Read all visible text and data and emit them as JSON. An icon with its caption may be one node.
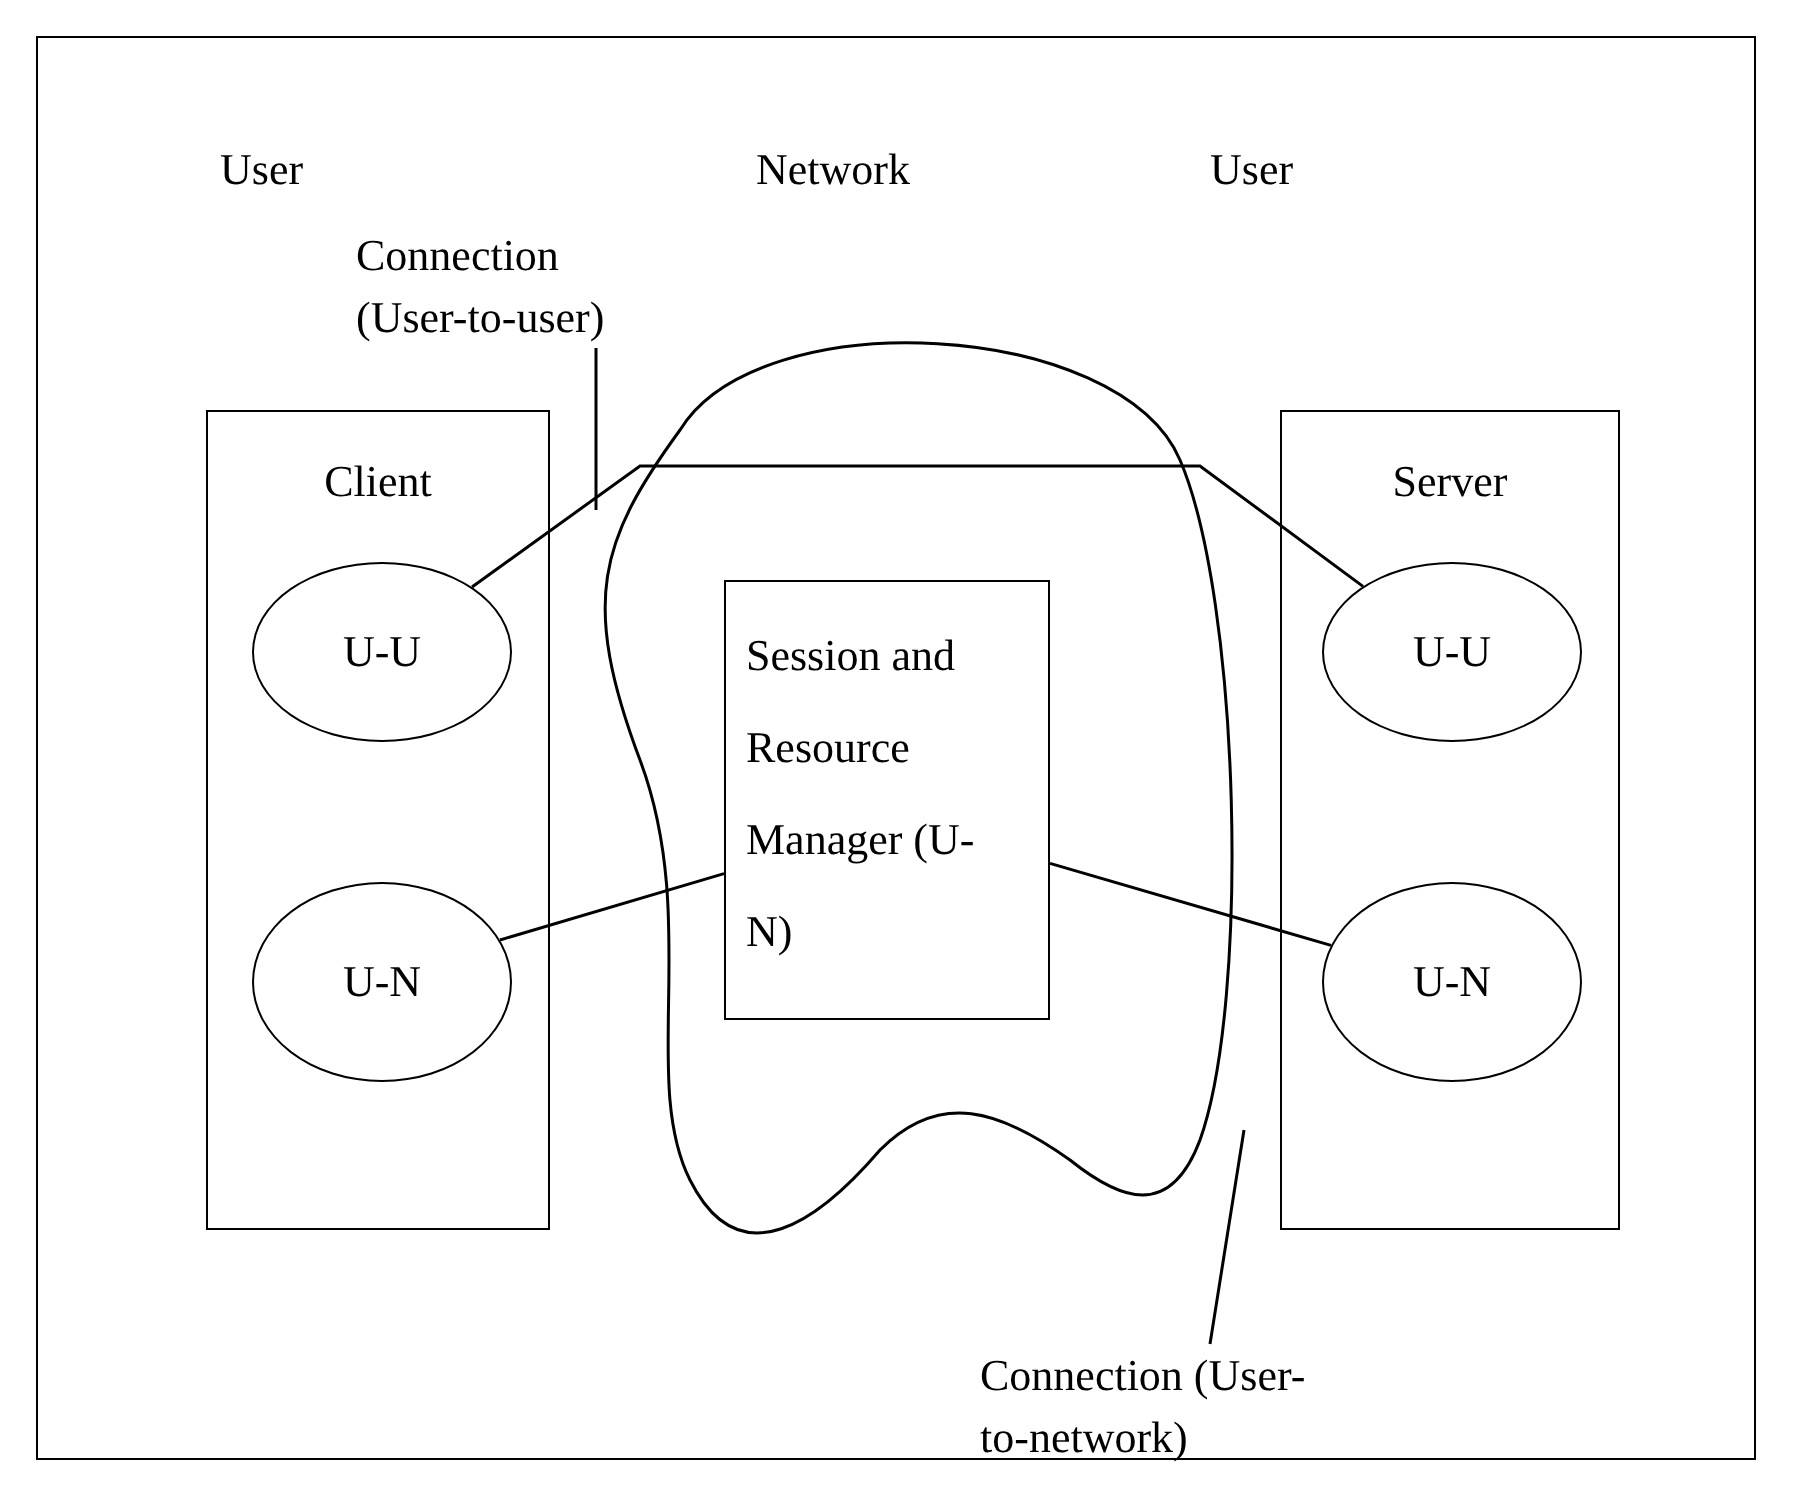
{
  "diagram": {
    "nodes": [
      {
        "text": [
          "Client"
        ]
      },
      {
        "text": [
          "U-U"
        ],
        "in": 0
      },
      {
        "text": [
          "U-N"
        ],
        "in": 0
      },
      {
        "text": [
          "Server"
        ]
      },
      {
        "text": [
          "U-U"
        ],
        "in": 3
      },
      {
        "text": [
          "U-N"
        ],
        "in": 3
      },
      {
        "text": [
          "Session and Resource Manager (U-N)"
        ]
      },
      {
        "text": [
          "Connection (User-to-user)"
        ]
      },
      {
        "text": [
          "Connection (User-to-network)"
        ]
      }
    ],
    "edges": [
      {
        "from": 1,
        "to": 4,
        "arrow": "none"
      },
      {
        "from": 2,
        "to": 6,
        "arrow": "none"
      },
      {
        "from": 6,
        "to": 5,
        "arrow": "none"
      },
      {
        "from": 7,
        "to": null,
        "arrow": "none"
      },
      {
        "from": 8,
        "to": null,
        "arrow": "none"
      }
    ],
    "labels": [
      "User",
      "Network",
      "User"
    ]
  }
}
